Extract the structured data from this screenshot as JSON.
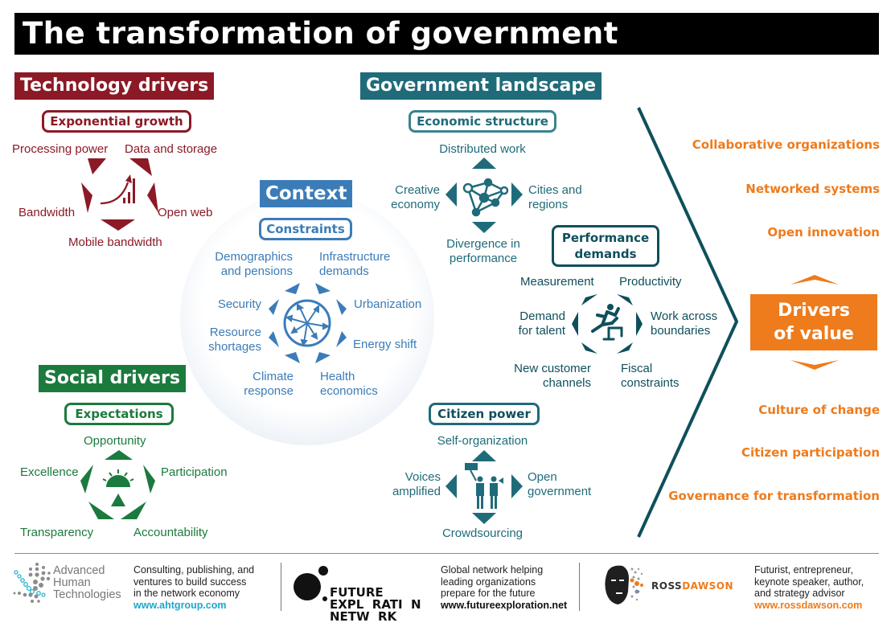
{
  "title": "The transformation of government",
  "colors": {
    "technology": "#8b1a26",
    "context": "#3b7cb8",
    "government": "#1f6b7a",
    "social": "#1b7a3d",
    "value": "#ee7b1c"
  },
  "technology_drivers": {
    "header": "Technology drivers",
    "box": "Exponential growth",
    "icon": "growth-chart-icon",
    "items": [
      "Processing power",
      "Data and storage",
      "Bandwidth",
      "Open web",
      "Mobile bandwidth"
    ]
  },
  "context": {
    "header": "Context",
    "box": "Constraints",
    "icon": "multi-direction-arrows-icon",
    "items": {
      "demographics": "Demographics",
      "demographics2": "and pensions",
      "infrastructure": "Infrastructure",
      "infrastructure2": "demands",
      "security": "Security",
      "urbanization": "Urbanization",
      "resource": "Resource",
      "resource2": "shortages",
      "energy": "Energy shift",
      "climate": "Climate",
      "climate2": "response",
      "health": "Health",
      "health2": "economics"
    }
  },
  "government_landscape": {
    "header": "Government landscape",
    "economic": {
      "box": "Economic structure",
      "icon": "network-icon",
      "top": "Distributed work",
      "left1": "Creative",
      "left2": "economy",
      "right1": "Cities and",
      "right2": "regions",
      "bottom1": "Divergence in",
      "bottom2": "performance"
    },
    "performance": {
      "box1": "Performance",
      "box2": "demands",
      "icon": "hurdler-icon",
      "tl": "Measurement",
      "tr": "Productivity",
      "l1": "Demand",
      "l2": "for talent",
      "r1": "Work across",
      "r2": "boundaries",
      "bl1": "New customer",
      "bl2": "channels",
      "br1": "Fiscal",
      "br2": "constraints"
    },
    "citizen": {
      "box": "Citizen power",
      "icon": "protesters-icon",
      "top": "Self-organization",
      "left1": "Voices",
      "left2": "amplified",
      "right1": "Open",
      "right2": "government",
      "bottom": "Crowdsourcing"
    }
  },
  "social_drivers": {
    "header": "Social drivers",
    "box": "Expectations",
    "icon": "rising-sun-icon",
    "items": [
      "Opportunity",
      "Excellence",
      "Participation",
      "Transparency",
      "Accountability"
    ]
  },
  "drivers_of_value": {
    "title1": "Drivers",
    "title2": "of value",
    "above": [
      "Collaborative organizations",
      "Networked systems",
      "Open innovation"
    ],
    "below": [
      "Culture of change",
      "Citizen participation",
      "Governance for transformation"
    ]
  },
  "footer": {
    "aht": {
      "logo1": "Advanced",
      "logo2": "Human",
      "logo3": "Technologies",
      "desc1": "Consulting, publishing, and",
      "desc2": "ventures to build success",
      "desc3": "in the network economy",
      "url": "www.ahtgroup.com"
    },
    "fen": {
      "logo1": "FUTURE",
      "logo2": "EXPL  RATI  N",
      "logo3": "NETW  RK",
      "desc1": "Global network helping",
      "desc2": "leading organizations",
      "desc3": "prepare for the future",
      "url": "www.futureexploration.net"
    },
    "ross": {
      "logo_a": "ROSS",
      "logo_b": "DAWSON",
      "desc1": "Futurist, entrepreneur,",
      "desc2": "keynote speaker, author,",
      "desc3": "and strategy advisor",
      "url": "www.rossdawson.com"
    }
  }
}
